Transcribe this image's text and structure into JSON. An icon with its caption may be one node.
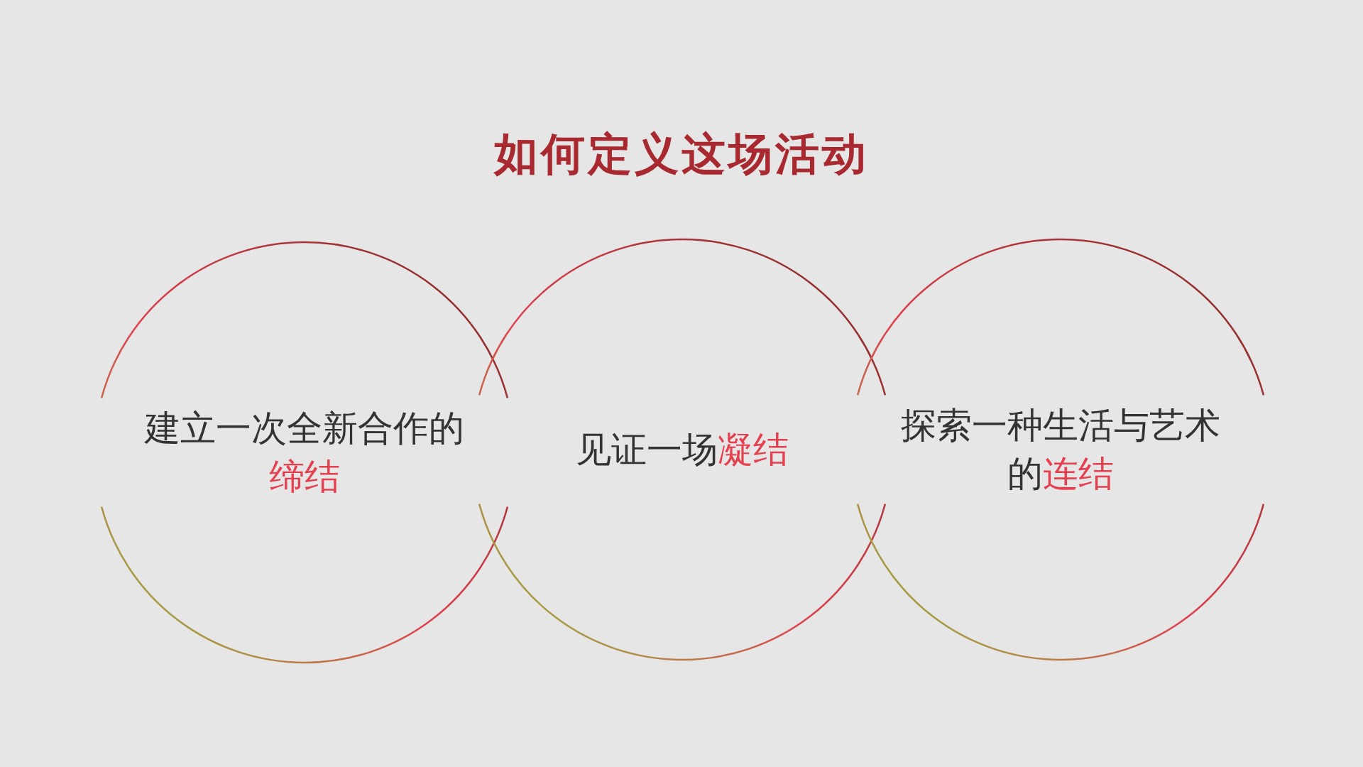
{
  "diagram": {
    "title": "如何定义这场活动",
    "nodes": [
      {
        "text": [
          "建立一次全新合作的**缔结**"
        ]
      },
      {
        "text": [
          "见证一场**凝结**"
        ]
      },
      {
        "text": [
          "探索一种生活与艺术的**连结**"
        ]
      }
    ]
  }
}
